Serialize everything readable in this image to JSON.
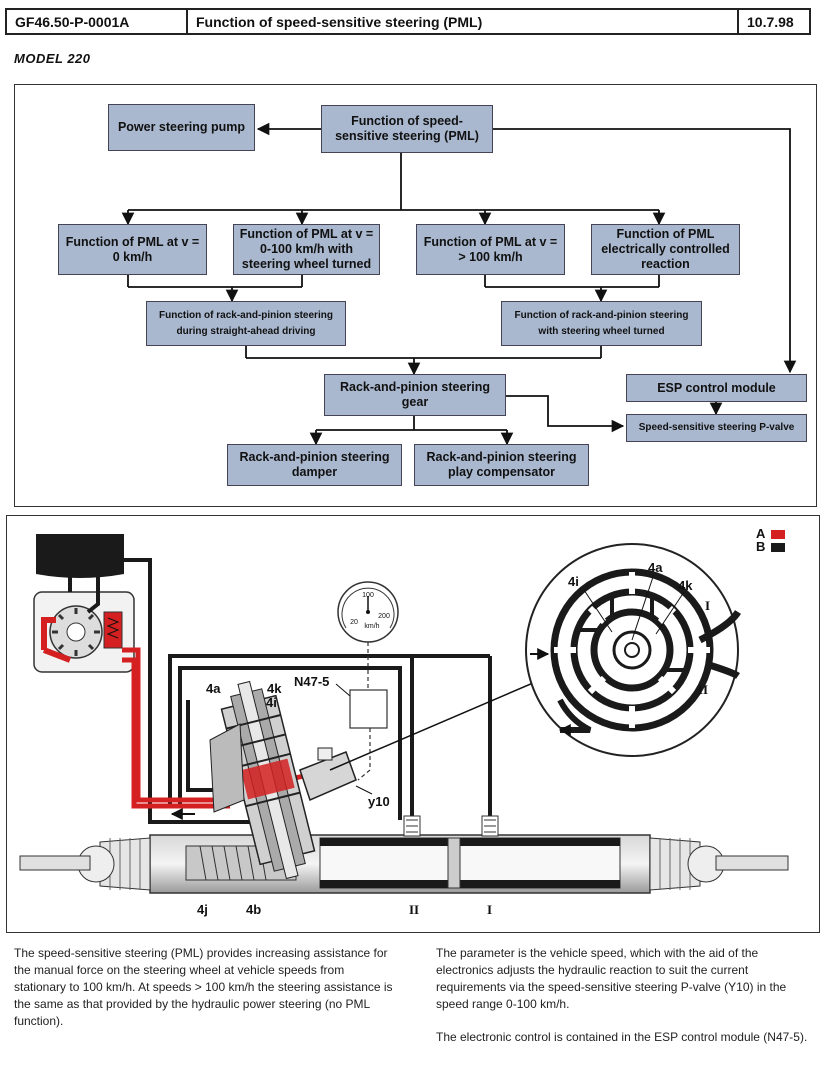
{
  "header": {
    "doc_id": "GF46.50-P-0001A",
    "title": "Function of speed-sensitive steering (PML)",
    "date": "10.7.98"
  },
  "model": "MODEL 220",
  "flow": {
    "pump": "Power steering pump",
    "pml": "Function of speed-sensitive steering (PML)",
    "v0": "Function of PML at v = 0 km/h",
    "v0_100": "Function of PML at v = 0-100 km/h with steering wheel turned",
    "v100": "Function of PML at v = > 100 km/h",
    "electrical": "Function of PML electrically controlled reaction",
    "straight": "Function of rack-and-pinion steering during straight-ahead driving",
    "turned": "Function of rack-and-pinion steering with steering wheel turned",
    "rack_gear": "Rack-and-pinion steering gear",
    "esp": "ESP control module",
    "pvalve": "Speed-sensitive steering P-valve",
    "damper": "Rack-and-pinion steering damper",
    "compensator": "Rack-and-pinion steering play compensator"
  },
  "diagram": {
    "legend_a": "A",
    "legend_b": "B",
    "color_a": "#d42020",
    "color_b": "#1a1a1a",
    "gauge_unit": "km/h",
    "gauge_100": "100",
    "gauge_20": "20",
    "gauge_200": "200",
    "label_n47": "N47-5",
    "label_y10": "y10",
    "label_4a": "4a",
    "label_4k": "4k",
    "label_4i": "4i",
    "label_4j": "4j",
    "label_4b": "4b",
    "label_I": "I",
    "label_II": "II",
    "detail_4i": "4i",
    "detail_4a": "4a",
    "detail_4k": "4k",
    "detail_I": "I",
    "detail_II": "II"
  },
  "text": {
    "left": "The speed-sensitive steering (PML) provides increasing assistance for the manual force on the steering wheel at vehicle speeds from stationary to 100 km/h. At speeds > 100 km/h the steering assistance is the same as that provided by the hydraulic power steering (no PML function).",
    "right1": "The parameter is the vehicle speed, which with the aid of the electronics adjusts the hydraulic reaction to suit the current requirements via the speed-sensitive steering P-valve (Y10) in the speed range 0-100 km/h.",
    "right2": "The electronic control is contained in the ESP control module (N47-5)."
  }
}
